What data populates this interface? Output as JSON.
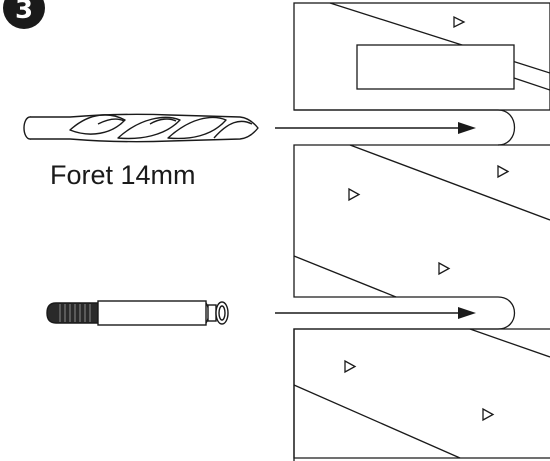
{
  "step": {
    "number": "3"
  },
  "drill": {
    "caption": "Foret 14mm"
  },
  "icons": {
    "step_badge": "step-number-badge",
    "drill_bit": "drill-bit-icon",
    "anchor_dowel": "anchor-dowel-icon",
    "arrow": "arrow-right-icon",
    "panel_marker": "triangle-marker-icon"
  },
  "colors": {
    "line": "#1a1a1a",
    "background": "#ffffff",
    "badge": "#1a1a1a"
  }
}
